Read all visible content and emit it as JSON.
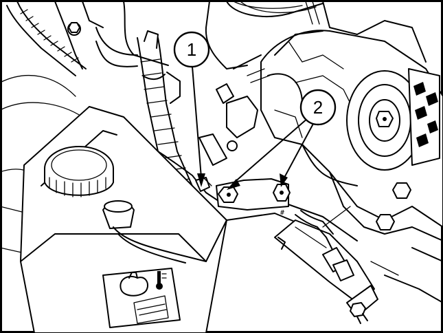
{
  "figure": {
    "description_kind": "line-art engine bay illustration",
    "colors": {
      "ink": "#000000",
      "paper": "#ffffff"
    }
  },
  "callouts": [
    {
      "label": "1",
      "targets": 1
    },
    {
      "label": "2",
      "targets": 2
    }
  ],
  "icons": [
    "coolant-reservoir-warning-icon"
  ]
}
